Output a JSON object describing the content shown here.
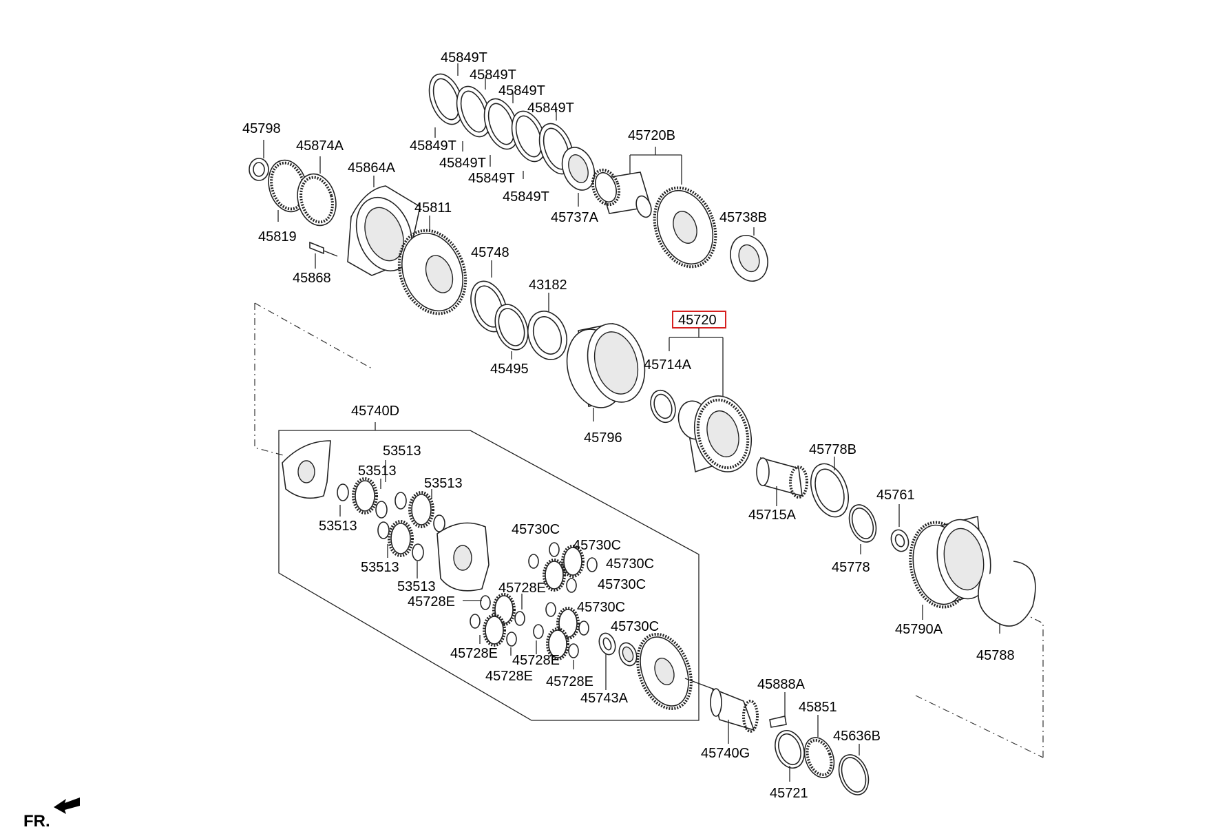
{
  "labels": {
    "p45849T_a": "45849T",
    "p45849T_b": "45849T",
    "p45849T_c": "45849T",
    "p45849T_d": "45849T",
    "p45849T_e": "45849T",
    "p45849T_f": "45849T",
    "p45849T_g": "45849T",
    "p45849T_h": "45849T",
    "p45798": "45798",
    "p45874A": "45874A",
    "p45864A": "45864A",
    "p45720B": "45720B",
    "p45811": "45811",
    "p45737A": "45737A",
    "p45738B": "45738B",
    "p45819": "45819",
    "p45748": "45748",
    "p45868": "45868",
    "p43182": "43182",
    "p45720": "45720",
    "p45495": "45495",
    "p45714A": "45714A",
    "p45740D": "45740D",
    "p45796": "45796",
    "p53513_a": "53513",
    "p53513_b": "53513",
    "p53513_c": "53513",
    "p53513_d": "53513",
    "p53513_e": "53513",
    "p53513_f": "53513",
    "p45778B": "45778B",
    "p45715A": "45715A",
    "p45761": "45761",
    "p45730C_a": "45730C",
    "p45730C_b": "45730C",
    "p45730C_c": "45730C",
    "p45730C_d": "45730C",
    "p45730C_e": "45730C",
    "p45730C_f": "45730C",
    "p45778": "45778",
    "p45728E_a": "45728E",
    "p45728E_b": "45728E",
    "p45728E_c": "45728E",
    "p45728E_d": "45728E",
    "p45728E_e": "45728E",
    "p45728E_f": "45728E",
    "p45790A": "45790A",
    "p45788": "45788",
    "p45743A": "45743A",
    "p45888A": "45888A",
    "p45851": "45851",
    "p45636B": "45636B",
    "p45740G": "45740G",
    "p45721": "45721",
    "fr": "FR."
  },
  "highlighted_part": "45720",
  "colors": {
    "highlight": "#d62020",
    "line": "#222222"
  }
}
